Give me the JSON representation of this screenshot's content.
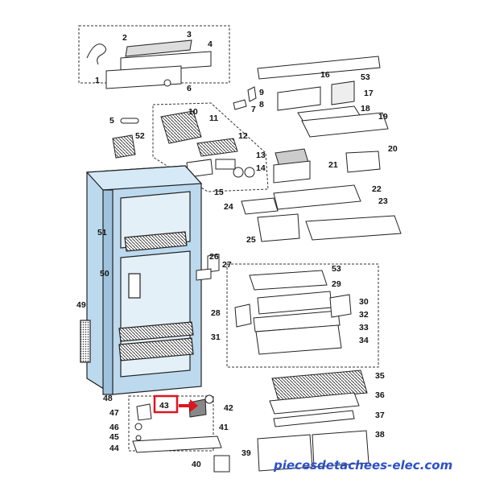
{
  "watermark": "piecesdetachees-elec.com",
  "highlight_color": "#e0141e",
  "cabinet_color": "#bcd9ee",
  "highlighted_part": "43",
  "part_numbers": [
    "1",
    "2",
    "3",
    "4",
    "5",
    "6",
    "7",
    "8",
    "9",
    "10",
    "11",
    "12",
    "13",
    "14",
    "15",
    "16",
    "17",
    "18",
    "19",
    "20",
    "21",
    "22",
    "23",
    "24",
    "25",
    "26",
    "27",
    "28",
    "29",
    "30",
    "31",
    "32",
    "33",
    "34",
    "35",
    "36",
    "37",
    "38",
    "39",
    "40",
    "41",
    "42",
    "43",
    "44",
    "45",
    "46",
    "47",
    "48",
    "49",
    "50",
    "51",
    "52",
    "53",
    "53"
  ]
}
